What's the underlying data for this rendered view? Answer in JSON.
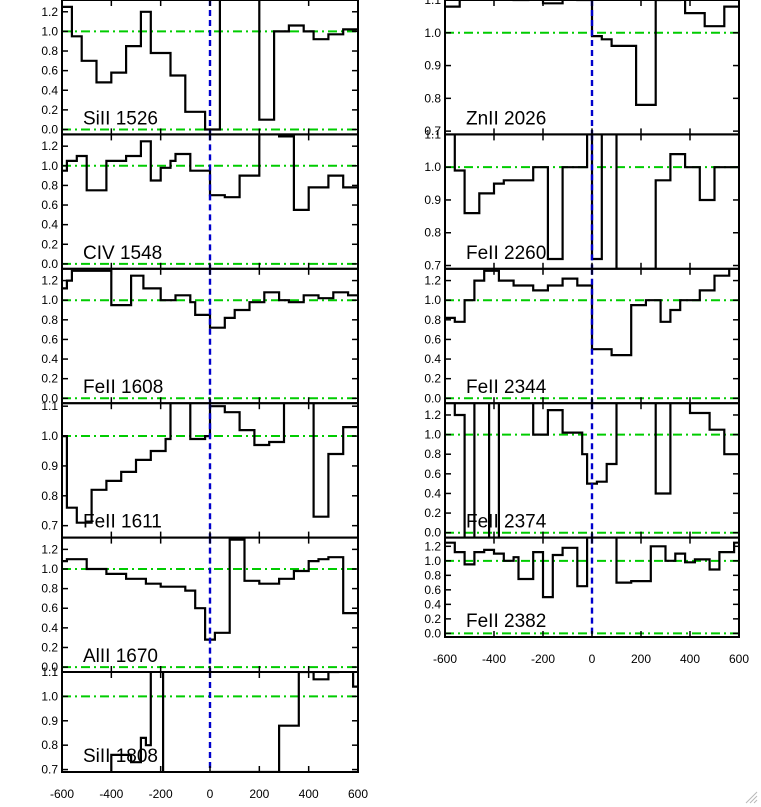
{
  "chart_data": {
    "type": "line",
    "x_label": "",
    "y_label": "",
    "x_range": [
      -600,
      600
    ],
    "x_ticks": [
      -600,
      -400,
      -200,
      0,
      200,
      400,
      600
    ],
    "continuum_level": 1.0,
    "zero_level": 0.0,
    "center_velocity": 0,
    "colors": {
      "spectrum": "#000000",
      "continuum": "#00cc00",
      "center": "#0000cc"
    },
    "panels": [
      {
        "label": "SiII 1526",
        "col": 0,
        "row": 0,
        "y_range": [
          -0.05,
          1.32
        ],
        "y_ticks": [
          0.0,
          0.2,
          0.4,
          0.6,
          0.8,
          1.0,
          1.2
        ],
        "y_tick_labels": [
          "0.0",
          "0.2",
          "0.4",
          "0.6",
          "0.8",
          "1.0",
          "1.2"
        ],
        "steps": [
          [
            -600,
            1.25
          ],
          [
            -560,
            0.95
          ],
          [
            -520,
            0.7
          ],
          [
            -460,
            0.48
          ],
          [
            -400,
            0.58
          ],
          [
            -340,
            0.85
          ],
          [
            -280,
            1.2
          ],
          [
            -240,
            0.78
          ],
          [
            -160,
            0.55
          ],
          [
            -100,
            0.18
          ],
          [
            -20,
            0.0
          ],
          [
            40,
            1.4
          ],
          [
            180,
            1.4
          ],
          [
            200,
            0.1
          ],
          [
            260,
            1.0
          ],
          [
            320,
            1.06
          ],
          [
            380,
            1.0
          ],
          [
            420,
            0.92
          ],
          [
            480,
            0.97
          ],
          [
            540,
            1.02
          ]
        ]
      },
      {
        "label": "CIV 1548",
        "col": 0,
        "row": 1,
        "y_range": [
          -0.05,
          1.32
        ],
        "y_ticks": [
          0.0,
          0.2,
          0.4,
          0.6,
          0.8,
          1.0,
          1.2
        ],
        "y_tick_labels": [
          "0.0",
          "0.2",
          "0.4",
          "0.6",
          "0.8",
          "1.0",
          "1.2"
        ],
        "steps": [
          [
            -600,
            0.95
          ],
          [
            -580,
            1.05
          ],
          [
            -540,
            1.1
          ],
          [
            -500,
            0.75
          ],
          [
            -420,
            1.05
          ],
          [
            -340,
            1.1
          ],
          [
            -280,
            1.25
          ],
          [
            -240,
            0.85
          ],
          [
            -200,
            0.98
          ],
          [
            -160,
            1.05
          ],
          [
            -140,
            1.12
          ],
          [
            -80,
            0.95
          ],
          [
            0,
            0.7
          ],
          [
            60,
            0.68
          ],
          [
            120,
            0.9
          ],
          [
            200,
            1.4
          ],
          [
            280,
            1.3
          ],
          [
            340,
            0.55
          ],
          [
            400,
            0.78
          ],
          [
            480,
            0.9
          ],
          [
            540,
            0.78
          ]
        ]
      },
      {
        "label": "FeII 1608",
        "col": 0,
        "row": 2,
        "y_range": [
          -0.05,
          1.32
        ],
        "y_ticks": [
          0.0,
          0.2,
          0.4,
          0.6,
          0.8,
          1.0,
          1.2
        ],
        "y_tick_labels": [
          "0.0",
          "0.2",
          "0.4",
          "0.6",
          "0.8",
          "1.0",
          "1.2"
        ],
        "steps": [
          [
            -600,
            1.12
          ],
          [
            -580,
            1.2
          ],
          [
            -560,
            1.3
          ],
          [
            -400,
            0.95
          ],
          [
            -320,
            1.25
          ],
          [
            -270,
            1.12
          ],
          [
            -200,
            1.0
          ],
          [
            -140,
            1.05
          ],
          [
            -80,
            0.98
          ],
          [
            -60,
            0.85
          ],
          [
            0,
            0.72
          ],
          [
            60,
            0.82
          ],
          [
            100,
            0.9
          ],
          [
            160,
            0.98
          ],
          [
            220,
            1.08
          ],
          [
            280,
            1.0
          ],
          [
            320,
            0.98
          ],
          [
            380,
            1.05
          ],
          [
            440,
            1.02
          ],
          [
            500,
            1.08
          ],
          [
            560,
            1.05
          ]
        ]
      },
      {
        "label": "FeII 1611",
        "col": 0,
        "row": 3,
        "y_range": [
          0.66,
          1.11
        ],
        "y_ticks": [
          0.7,
          0.8,
          0.9,
          1.0,
          1.1
        ],
        "y_tick_labels": [
          "0.7",
          "0.8",
          "0.9",
          "1.0",
          "1.1"
        ],
        "steps": [
          [
            -600,
            1.0
          ],
          [
            -580,
            0.76
          ],
          [
            -540,
            0.71
          ],
          [
            -480,
            0.82
          ],
          [
            -420,
            0.85
          ],
          [
            -360,
            0.88
          ],
          [
            -300,
            0.92
          ],
          [
            -240,
            0.95
          ],
          [
            -180,
            0.99
          ],
          [
            -160,
            1.12
          ],
          [
            -80,
            0.99
          ],
          [
            -20,
            1.0
          ],
          [
            0,
            1.1
          ],
          [
            60,
            1.08
          ],
          [
            120,
            1.02
          ],
          [
            180,
            0.97
          ],
          [
            240,
            0.98
          ],
          [
            300,
            1.12
          ],
          [
            400,
            1.12
          ],
          [
            420,
            0.73
          ],
          [
            480,
            0.94
          ],
          [
            540,
            1.03
          ]
        ]
      },
      {
        "label": "AlII 1670",
        "col": 0,
        "row": 4,
        "y_range": [
          -0.05,
          1.32
        ],
        "y_ticks": [
          0.0,
          0.2,
          0.4,
          0.6,
          0.8,
          1.0,
          1.2
        ],
        "y_tick_labels": [
          "0.0",
          "0.2",
          "0.4",
          "0.6",
          "0.8",
          "1.0",
          "1.2"
        ],
        "steps": [
          [
            -600,
            1.08
          ],
          [
            -580,
            1.1
          ],
          [
            -500,
            1.0
          ],
          [
            -420,
            0.95
          ],
          [
            -340,
            0.9
          ],
          [
            -260,
            0.85
          ],
          [
            -200,
            0.82
          ],
          [
            -100,
            0.78
          ],
          [
            -60,
            0.6
          ],
          [
            -20,
            0.28
          ],
          [
            20,
            0.35
          ],
          [
            80,
            1.3
          ],
          [
            140,
            0.88
          ],
          [
            200,
            0.85
          ],
          [
            280,
            0.9
          ],
          [
            340,
            0.98
          ],
          [
            400,
            1.08
          ],
          [
            440,
            1.1
          ],
          [
            480,
            1.12
          ],
          [
            540,
            0.55
          ]
        ]
      },
      {
        "label": "SiII 1808",
        "col": 0,
        "row": 5,
        "y_range": [
          0.69,
          1.1
        ],
        "y_ticks": [
          0.7,
          0.8,
          0.9,
          1.0,
          1.1
        ],
        "y_tick_labels": [
          "0.7",
          "0.8",
          "0.9",
          "1.0",
          "1.1"
        ],
        "steps": [
          [
            -600,
            0.62
          ],
          [
            -400,
            0.76
          ],
          [
            -320,
            0.73
          ],
          [
            -280,
            0.83
          ],
          [
            -260,
            0.8
          ],
          [
            -240,
            1.12
          ],
          [
            -200,
            1.12
          ],
          [
            -190,
            0.68
          ],
          [
            -160,
            0.68
          ],
          [
            0,
            0.69
          ],
          [
            140,
            0.69
          ],
          [
            280,
            0.88
          ],
          [
            360,
            1.1
          ],
          [
            420,
            1.07
          ],
          [
            480,
            1.1
          ],
          [
            520,
            1.12
          ],
          [
            560,
            1.12
          ],
          [
            580,
            1.04
          ]
        ]
      },
      {
        "label": "ZnII 2026",
        "col": 1,
        "row": 0,
        "y_range": [
          0.69,
          1.1
        ],
        "y_ticks": [
          0.7,
          0.8,
          0.9,
          1.0,
          1.1
        ],
        "y_tick_labels": [
          "0.7",
          "0.8",
          "0.9",
          "1.0",
          "1.1"
        ],
        "steps": [
          [
            -600,
            1.08
          ],
          [
            -540,
            1.15
          ],
          [
            -480,
            1.11
          ],
          [
            -360,
            1.11
          ],
          [
            -320,
            1.1
          ],
          [
            -260,
            1.12
          ],
          [
            -200,
            1.09
          ],
          [
            -120,
            1.12
          ],
          [
            -60,
            1.1
          ],
          [
            0,
            0.99
          ],
          [
            40,
            0.98
          ],
          [
            80,
            0.96
          ],
          [
            180,
            0.95
          ],
          [
            180,
            0.78
          ],
          [
            260,
            1.1
          ],
          [
            360,
            1.15
          ],
          [
            380,
            1.06
          ],
          [
            420,
            1.06
          ],
          [
            460,
            1.02
          ],
          [
            540,
            1.08
          ]
        ]
      },
      {
        "label": "FeII 2260",
        "col": 1,
        "row": 1,
        "y_range": [
          0.69,
          1.1
        ],
        "y_ticks": [
          0.7,
          0.8,
          0.9,
          1.0,
          1.1
        ],
        "y_tick_labels": [
          "0.7",
          "0.8",
          "0.9",
          "1.0",
          "1.1"
        ],
        "steps": [
          [
            -600,
            1.1
          ],
          [
            -560,
            0.99
          ],
          [
            -520,
            0.86
          ],
          [
            -460,
            0.92
          ],
          [
            -400,
            0.95
          ],
          [
            -360,
            0.96
          ],
          [
            -240,
            1.0
          ],
          [
            -180,
            0.72
          ],
          [
            -120,
            1.0
          ],
          [
            -20,
            1.1
          ],
          [
            0,
            0.72
          ],
          [
            40,
            1.1
          ],
          [
            100,
            0.69
          ],
          [
            260,
            0.96
          ],
          [
            320,
            1.04
          ],
          [
            380,
            1.0
          ],
          [
            440,
            0.9
          ],
          [
            500,
            1.0
          ]
        ]
      },
      {
        "label": "FeII 2344",
        "col": 1,
        "row": 2,
        "y_range": [
          -0.05,
          1.32
        ],
        "y_ticks": [
          0.0,
          0.2,
          0.4,
          0.6,
          0.8,
          1.0,
          1.2
        ],
        "y_tick_labels": [
          "0.0",
          "0.2",
          "0.4",
          "0.6",
          "0.8",
          "1.0",
          "1.2"
        ],
        "steps": [
          [
            -600,
            0.82
          ],
          [
            -560,
            0.78
          ],
          [
            -520,
            1.0
          ],
          [
            -480,
            1.2
          ],
          [
            -440,
            1.3
          ],
          [
            -380,
            1.2
          ],
          [
            -320,
            1.15
          ],
          [
            -240,
            1.1
          ],
          [
            -180,
            1.15
          ],
          [
            -120,
            1.22
          ],
          [
            -60,
            1.15
          ],
          [
            0,
            0.5
          ],
          [
            80,
            0.44
          ],
          [
            160,
            0.95
          ],
          [
            220,
            1.0
          ],
          [
            280,
            0.78
          ],
          [
            320,
            0.9
          ],
          [
            360,
            1.0
          ],
          [
            440,
            1.1
          ],
          [
            500,
            1.25
          ],
          [
            560,
            1.35
          ]
        ]
      },
      {
        "label": "FeII 2374",
        "col": 1,
        "row": 3,
        "y_range": [
          -0.05,
          1.32
        ],
        "y_ticks": [
          0.0,
          0.2,
          0.4,
          0.6,
          0.8,
          1.0,
          1.2
        ],
        "y_tick_labels": [
          "0.0",
          "0.2",
          "0.4",
          "0.6",
          "0.8",
          "1.0",
          "1.2"
        ],
        "steps": [
          [
            -600,
            1.35
          ],
          [
            -560,
            1.2
          ],
          [
            -520,
            -0.05
          ],
          [
            -480,
            1.35
          ],
          [
            -420,
            -0.05
          ],
          [
            -380,
            1.4
          ],
          [
            -240,
            1.0
          ],
          [
            -180,
            1.25
          ],
          [
            -120,
            1.02
          ],
          [
            -40,
            0.8
          ],
          [
            -20,
            0.5
          ],
          [
            20,
            0.52
          ],
          [
            60,
            0.7
          ],
          [
            100,
            1.4
          ],
          [
            240,
            1.4
          ],
          [
            260,
            0.4
          ],
          [
            320,
            1.35
          ],
          [
            400,
            1.22
          ],
          [
            480,
            1.05
          ],
          [
            540,
            0.8
          ]
        ]
      },
      {
        "label": "FeII 2382",
        "col": 1,
        "row": 4,
        "y_range": [
          -0.05,
          1.32
        ],
        "y_ticks": [
          0.0,
          0.2,
          0.4,
          0.6,
          0.8,
          1.0,
          1.2
        ],
        "y_tick_labels": [
          "0.0",
          "0.2",
          "0.4",
          "0.6",
          "0.8",
          "1.0",
          "1.2"
        ],
        "steps": [
          [
            -600,
            1.25
          ],
          [
            -560,
            1.12
          ],
          [
            -520,
            0.95
          ],
          [
            -480,
            1.12
          ],
          [
            -440,
            1.15
          ],
          [
            -400,
            1.1
          ],
          [
            -360,
            1.0
          ],
          [
            -320,
            1.05
          ],
          [
            -300,
            0.75
          ],
          [
            -240,
            1.12
          ],
          [
            -200,
            0.5
          ],
          [
            -160,
            1.08
          ],
          [
            -120,
            1.18
          ],
          [
            -60,
            0.65
          ],
          [
            -20,
            1.35
          ],
          [
            40,
            1.4
          ],
          [
            80,
            1.4
          ],
          [
            100,
            0.7
          ],
          [
            160,
            0.72
          ],
          [
            240,
            1.2
          ],
          [
            300,
            1.0
          ],
          [
            340,
            1.1
          ],
          [
            380,
            0.98
          ],
          [
            420,
            1.02
          ],
          [
            480,
            0.88
          ],
          [
            520,
            1.12
          ],
          [
            580,
            1.25
          ]
        ]
      }
    ]
  }
}
